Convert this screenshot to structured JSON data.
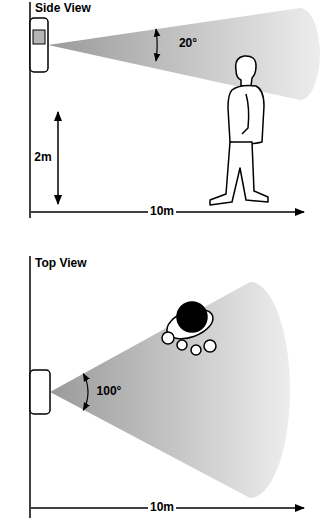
{
  "diagram": {
    "labels": [
      "Side View",
      "20°",
      "2m",
      "10m",
      "Top View",
      "100°",
      "10m"
    ]
  }
}
